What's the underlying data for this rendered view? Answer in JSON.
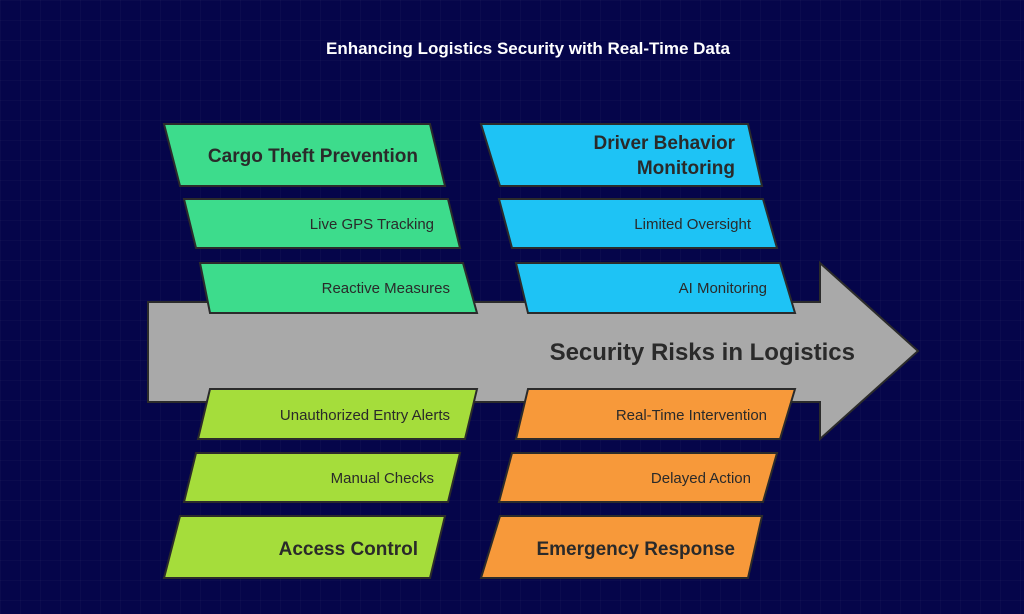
{
  "title": "Enhancing Logistics Security with Real-Time Data",
  "spine": "Security Risks in Logistics",
  "colors": {
    "green": "#3ddc8c",
    "blue": "#1ec3f5",
    "lime": "#a5dd3b",
    "orange": "#f7993a",
    "spine": "#a9a9a9",
    "background": "#05054a"
  },
  "categories": [
    {
      "id": "cargo",
      "header": "Cargo Theft Prevention",
      "items": [
        "Live GPS Tracking",
        "Reactive Measures"
      ]
    },
    {
      "id": "driver",
      "header_lines": [
        "Driver Behavior",
        "Monitoring"
      ],
      "items": [
        "Limited Oversight",
        "AI Monitoring"
      ]
    },
    {
      "id": "access",
      "header": "Access Control",
      "items": [
        "Unauthorized Entry Alerts",
        "Manual Checks"
      ]
    },
    {
      "id": "emergency",
      "header": "Emergency Response",
      "items": [
        "Real-Time Intervention",
        "Delayed Action"
      ]
    }
  ]
}
